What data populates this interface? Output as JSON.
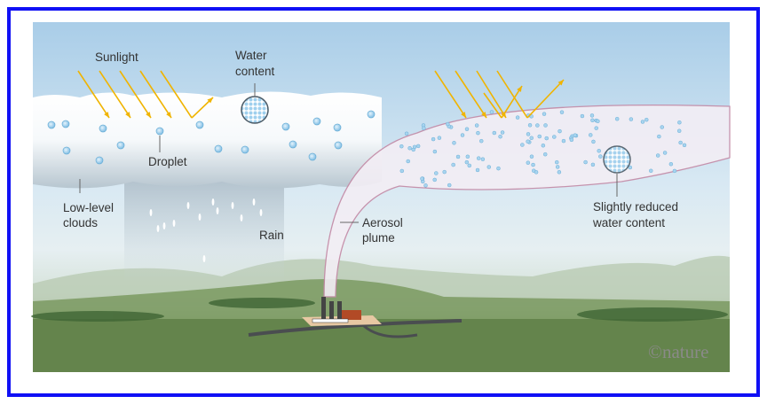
{
  "figure": {
    "labels": {
      "sunlight": "Sunlight",
      "water_content_1": "Water",
      "water_content_2": "content",
      "droplet": "Droplet",
      "low_level_clouds_1": "Low-level",
      "low_level_clouds_2": "clouds",
      "rain": "Rain",
      "aerosol_plume_1": "Aerosol",
      "aerosol_plume_2": "plume",
      "reduced_water_1": "Slightly reduced",
      "reduced_water_2": "water content"
    },
    "credit": "©nature",
    "colors": {
      "border": "#1010f5",
      "sun_arrow": "#f0b400",
      "plume_edge": "#c48aa6",
      "droplet": "#8cc4e6",
      "ground": "#6d8c52"
    }
  }
}
